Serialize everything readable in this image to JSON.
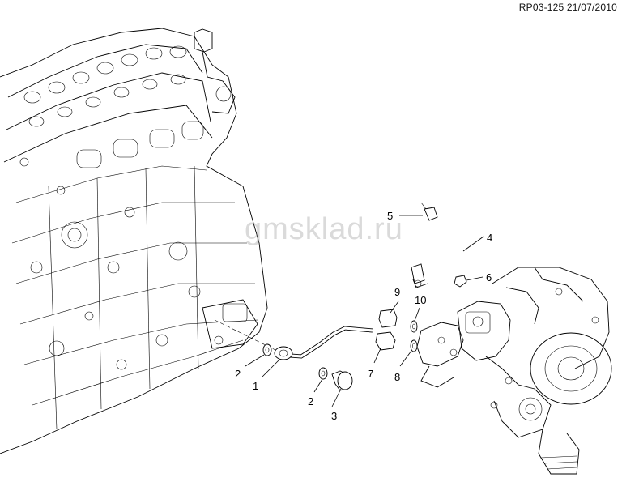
{
  "header": {
    "doc_code": "RP03-125 21/07/2010"
  },
  "watermark": {
    "text": "gmsklad.ru"
  },
  "callouts": [
    {
      "id": "c5",
      "label": "5"
    },
    {
      "id": "c4",
      "label": "4"
    },
    {
      "id": "c6",
      "label": "6"
    },
    {
      "id": "c9",
      "label": "9"
    },
    {
      "id": "c10",
      "label": "10"
    },
    {
      "id": "c2a",
      "label": "2"
    },
    {
      "id": "c1",
      "label": "1"
    },
    {
      "id": "c7",
      "label": "7"
    },
    {
      "id": "c8",
      "label": "8"
    },
    {
      "id": "c2b",
      "label": "2"
    },
    {
      "id": "c3",
      "label": "3"
    }
  ]
}
